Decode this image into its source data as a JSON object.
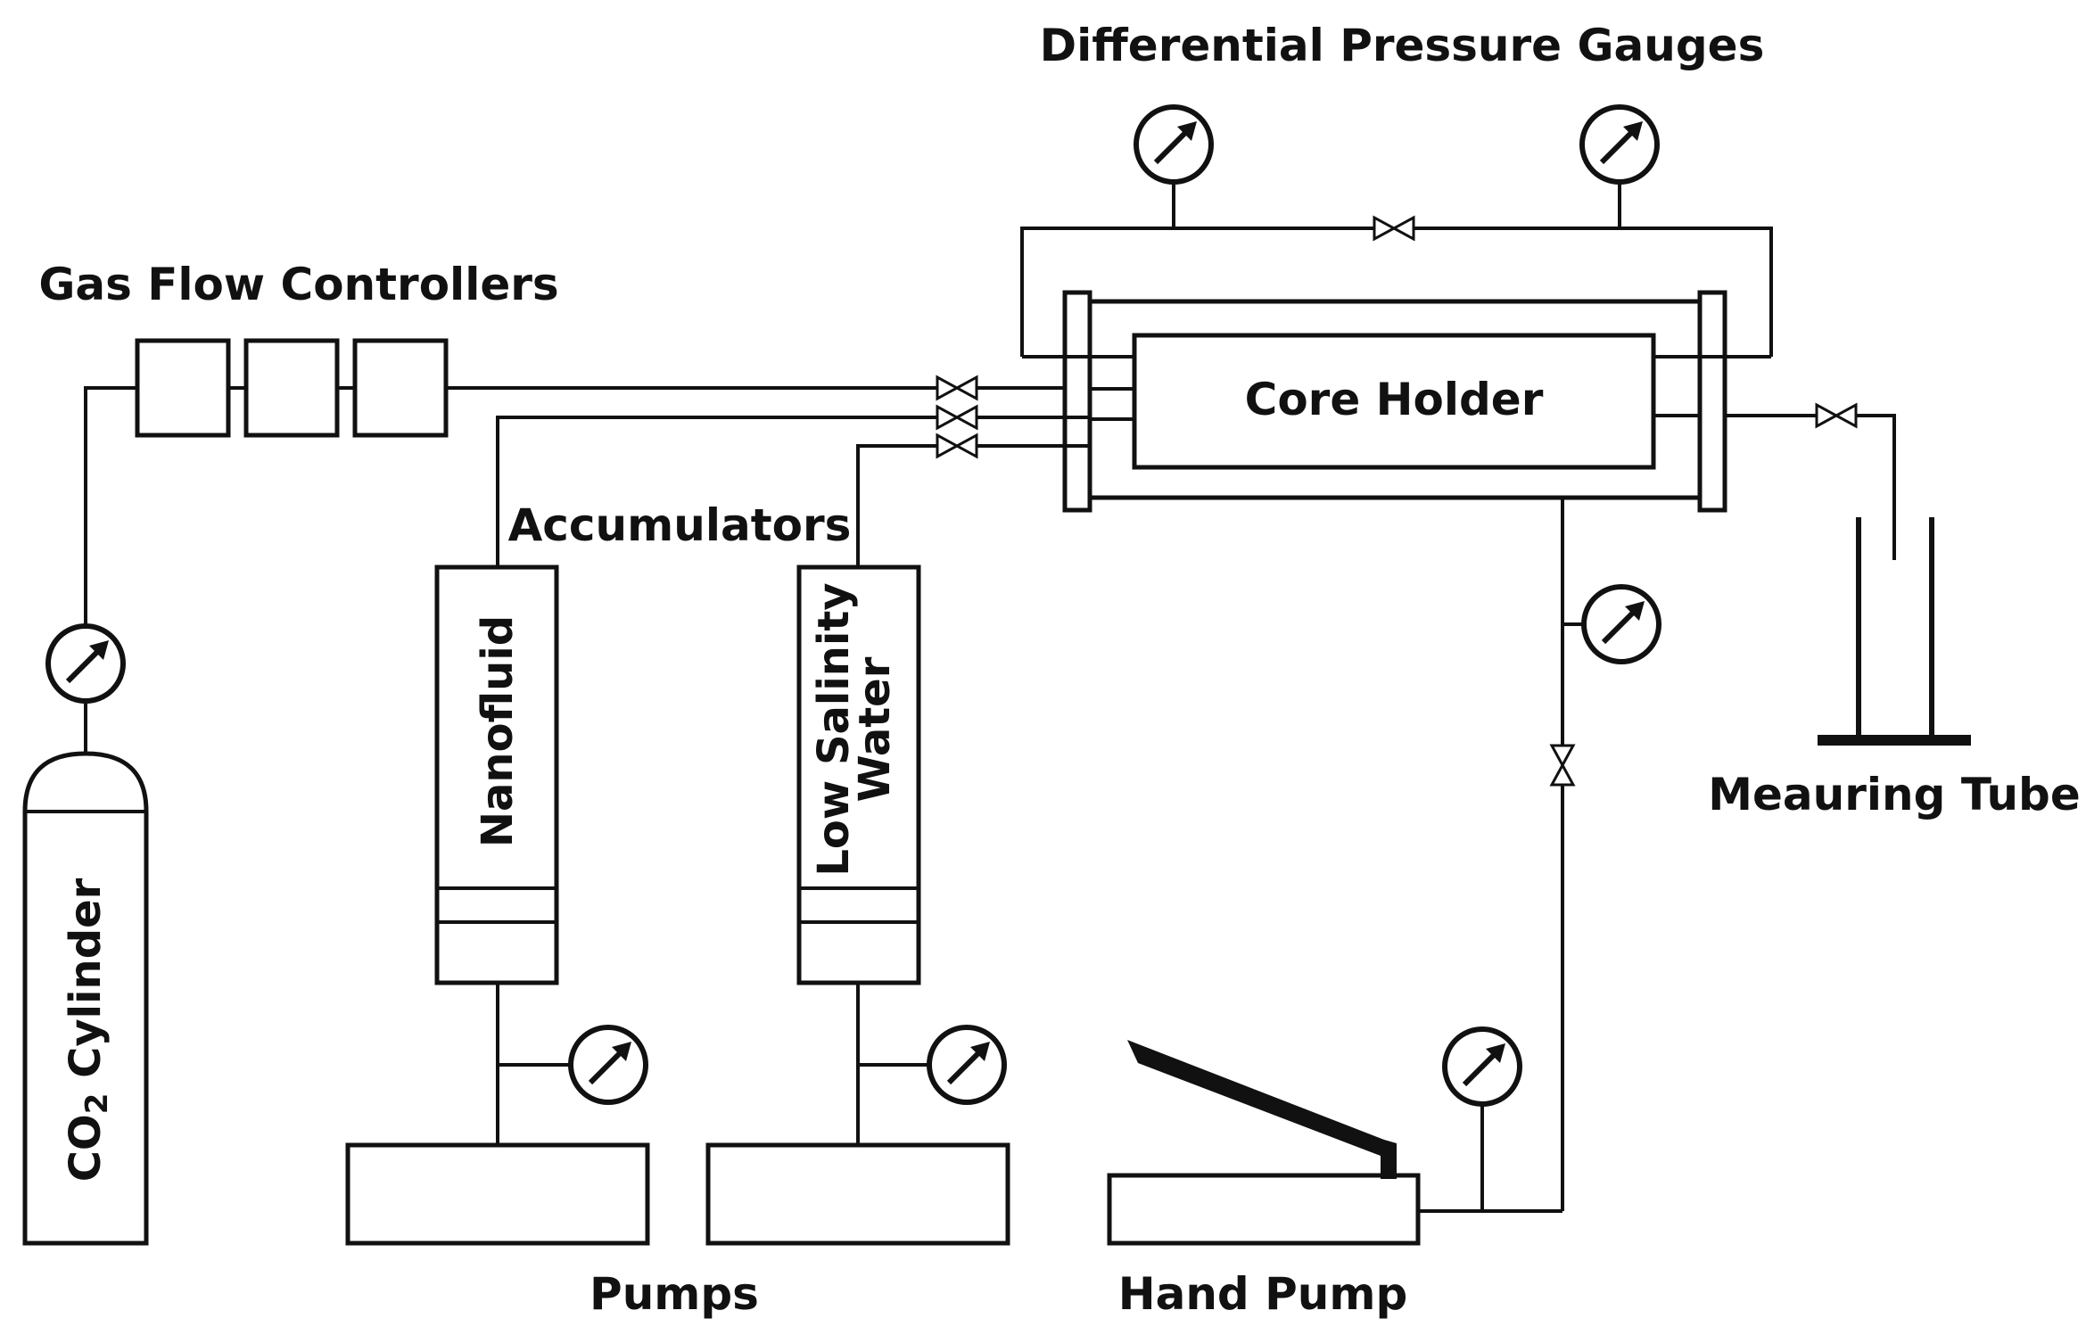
{
  "labels": {
    "differential_pressure_gauges": "Differential Pressure Gauges",
    "gas_flow_controllers": "Gas Flow Controllers",
    "core_holder": "Core Holder",
    "accumulators": "Accumulators",
    "nanofluid": "Nanofluid",
    "low_salinity_line1": "Low Salinity",
    "low_salinity_line2": "Water",
    "co2_cylinder_prefix": "CO",
    "co2_cylinder_sub": "2",
    "co2_cylinder_suffix": " Cylinder",
    "measuring_tube": "Meauring Tube",
    "pumps": "Pumps",
    "hand_pump": "Hand Pump"
  },
  "colors": {
    "line": "#111111",
    "background": "#ffffff"
  }
}
